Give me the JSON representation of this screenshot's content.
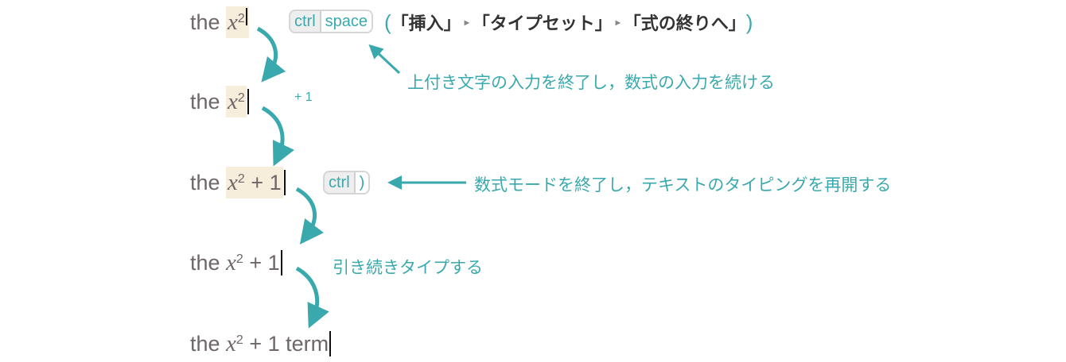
{
  "rows": [
    {
      "prefix": "the ",
      "var": "x",
      "exp": "2",
      "rest": ""
    },
    {
      "prefix": "the ",
      "var": "x",
      "exp": "2",
      "rest": ""
    },
    {
      "prefix": "the ",
      "var": "x",
      "exp": "2",
      "rest": " + 1"
    },
    {
      "prefix": "the ",
      "var": "x",
      "exp": "2",
      "rest": " + 1"
    },
    {
      "prefix": "the ",
      "var": "x",
      "exp": "2",
      "rest": " + 1 term"
    }
  ],
  "shortcut1": {
    "key1": "ctrl",
    "key2": "space"
  },
  "menu": {
    "open": "(",
    "items": [
      "「挿入」",
      "「タイプセット」",
      "「式の終りへ」"
    ],
    "sep": "▸",
    "close": ")"
  },
  "typed_plus": "+ 1",
  "shortcut2": {
    "key1": "ctrl",
    "key2": ")"
  },
  "notes": {
    "n1": "上付き文字の入力を終了し，数式の入力を続ける",
    "n2": "数式モードを終了し，テキストのタイピングを再開する",
    "n3": "引き続きタイプする"
  },
  "colors": {
    "accent": "#3aa9ad",
    "highlight": "#f6eedb",
    "text": "#6e6668"
  }
}
